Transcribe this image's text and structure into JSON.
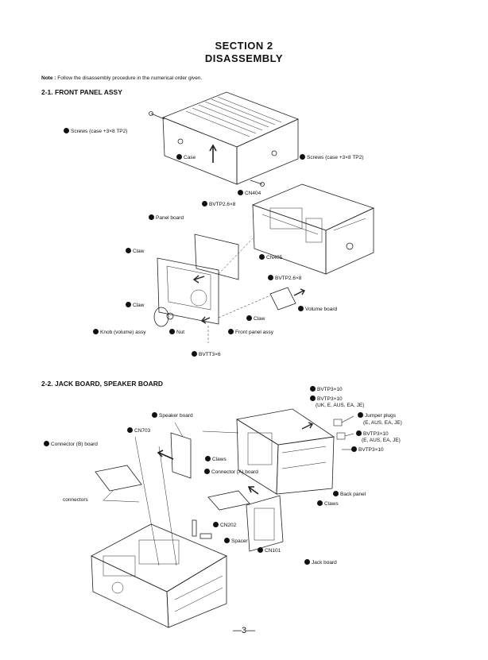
{
  "header": {
    "section": "SECTION 2",
    "title": "DISASSEMBLY"
  },
  "note": {
    "prefix": "Note :",
    "text": "Follow the disassembly procedure in the numerical order given."
  },
  "sec1": {
    "heading": "2-1.   FRONT PANEL ASSY",
    "labels": {
      "screws_left": "Screws (case +3×8 TP2)",
      "case": "Case",
      "screws_right": "Screws (case +3×8 TP2)",
      "cn404": "CN404",
      "bvtp_top": "BVTP2.6×8",
      "panel_board": "Panel board",
      "claw_upper": "Claw",
      "cn405": "CN405",
      "bvtp_mid": "BVTP2.6×8",
      "claw_lower": "Claw",
      "volume_board": "Volume board",
      "claw_right": "Claw",
      "knob": "Knob (volume) assy",
      "nut": "Nut",
      "front_panel": "Front panel assy",
      "bvtt": "BVTT3×6"
    }
  },
  "sec2": {
    "heading": "2-2.   JACK BOARD, SPEAKER BOARD",
    "labels": {
      "bvtp10_a": "BVTP3×10",
      "bvtp10_b": "BVTP3×10",
      "bvtp10_b_note": "(UK, E, AUS, EA, JE)",
      "jumper": "Jumper plugs",
      "jumper_note": "(E, AUS, EA, JE)",
      "bvtp10_c": "BVTP3×10",
      "bvtp10_c_note": "(E, AUS, EA, JE)",
      "bvtp10_d": "BVTP3×10",
      "speaker_board": "Speaker board",
      "cn703": "CN703",
      "connector_b": "Connector (B) board",
      "claws_upper": "Claws",
      "connector_a": "Connector (A) board",
      "back_panel": "Back panel",
      "claws_right": "Claws",
      "connectors": "connectors",
      "cn202": "CN202",
      "spacer": "Spacer",
      "cn101": "CN101",
      "jack_board": "Jack board"
    }
  },
  "footer": {
    "page": "—3—"
  }
}
